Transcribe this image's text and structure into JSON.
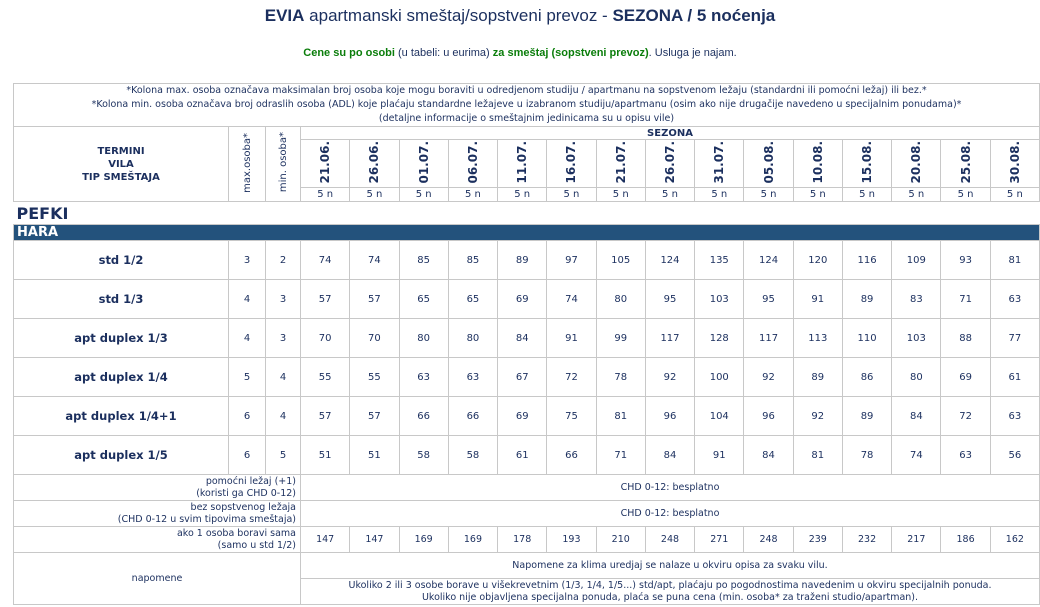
{
  "title": {
    "part1": "EVIA",
    "part2": " apartmanski smeštaj/sopstveni prevoz - ",
    "part3": "SEZONA / 5 noćenja"
  },
  "subtitle": {
    "a": "Cene su po osobi",
    "b": " (u tabeli: u eurima) ",
    "c": "za smeštaj (sopstveni prevoz)",
    "d": ". Usluga je najam."
  },
  "notes": [
    "*Kolona max. osoba označava maksimalan broj osoba koje mogu boraviti u odredjenom studiju / apartmanu na sopstvenom ležaju (standardni ili pomoćni ležaj) ili bez.*",
    "*Kolona min. osoba označava broj odraslih osoba (ADL) koje plaćaju standardne ležajeve u izabranom studiju/apartmanu (osim ako nije drugačije navedeno u specijalnim ponudama)*",
    "(detaljne informacije o smeštajnim jedinicama su u opisu vile)"
  ],
  "header": {
    "termini": "TERMINI",
    "vila": "VILA",
    "tip": "TIP SMEŠTAJA",
    "max": "max.osoba*",
    "min": "min. osoba*",
    "season": "SEZONA"
  },
  "dates": [
    "21.06.",
    "26.06.",
    "01.07.",
    "06.07.",
    "11.07.",
    "16.07.",
    "21.07.",
    "26.07.",
    "31.07.",
    "05.08.",
    "10.08.",
    "15.08.",
    "20.08.",
    "25.08.",
    "30.08."
  ],
  "nights": [
    "5 n",
    "5 n",
    "5 n",
    "5 n",
    "5 n",
    "5 n",
    "5 n",
    "5 n",
    "5 n",
    "5 n",
    "5 n",
    "5 n",
    "5 n",
    "5 n",
    "5 n"
  ],
  "location": "PEFKI",
  "villa": "HARA",
  "rows": [
    {
      "name": "std 1/2",
      "max": "3",
      "min": "2",
      "prices": [
        "74",
        "74",
        "85",
        "85",
        "89",
        "97",
        "105",
        "124",
        "135",
        "124",
        "120",
        "116",
        "109",
        "93",
        "81"
      ]
    },
    {
      "name": "std 1/3",
      "max": "4",
      "min": "3",
      "prices": [
        "57",
        "57",
        "65",
        "65",
        "69",
        "74",
        "80",
        "95",
        "103",
        "95",
        "91",
        "89",
        "83",
        "71",
        "63"
      ]
    },
    {
      "name": "apt duplex 1/3",
      "max": "4",
      "min": "3",
      "prices": [
        "70",
        "70",
        "80",
        "80",
        "84",
        "91",
        "99",
        "117",
        "128",
        "117",
        "113",
        "110",
        "103",
        "88",
        "77"
      ]
    },
    {
      "name": "apt duplex 1/4",
      "max": "5",
      "min": "4",
      "prices": [
        "55",
        "55",
        "63",
        "63",
        "67",
        "72",
        "78",
        "92",
        "100",
        "92",
        "89",
        "86",
        "80",
        "69",
        "61"
      ]
    },
    {
      "name": "apt duplex 1/4+1",
      "max": "6",
      "min": "4",
      "prices": [
        "57",
        "57",
        "66",
        "66",
        "69",
        "75",
        "81",
        "96",
        "104",
        "96",
        "92",
        "89",
        "84",
        "72",
        "63"
      ]
    },
    {
      "name": "apt duplex 1/5",
      "max": "6",
      "min": "5",
      "prices": [
        "51",
        "51",
        "58",
        "58",
        "61",
        "66",
        "71",
        "84",
        "91",
        "84",
        "81",
        "78",
        "74",
        "63",
        "56"
      ]
    }
  ],
  "extra": {
    "pomocni": {
      "l1": "pomoćni ležaj (+1)",
      "l2": "(koristi ga CHD 0-12)",
      "value": "CHD 0-12: besplatno"
    },
    "bez": {
      "l1": "bez sopstvenog ležaja",
      "l2": "(CHD 0-12 u svim tipovima smeštaja)",
      "value": "CHD 0-12: besplatno"
    },
    "single": {
      "l1": "ako 1 osoba boravi sama",
      "l2": "(samo u std 1/2)",
      "prices": [
        "147",
        "147",
        "169",
        "169",
        "178",
        "193",
        "210",
        "248",
        "271",
        "248",
        "239",
        "232",
        "217",
        "186",
        "162"
      ]
    },
    "napomene": {
      "label": "napomene",
      "n1": "Napomene za klima uredjaj se nalaze u okviru opisa za svaku vilu.",
      "n2a": "Ukoliko 2 ili 3 osobe borave u višekrevetnim (1/3, 1/4, 1/5...) std/apt, plaćaju po pogodnostima navedenim u okviru specijalnih ponuda.",
      "n2b": "Ukoliko nije objavljena specijalna ponuda, plaća se puna cena (min. osoba* za traženi studio/apartman)."
    }
  }
}
